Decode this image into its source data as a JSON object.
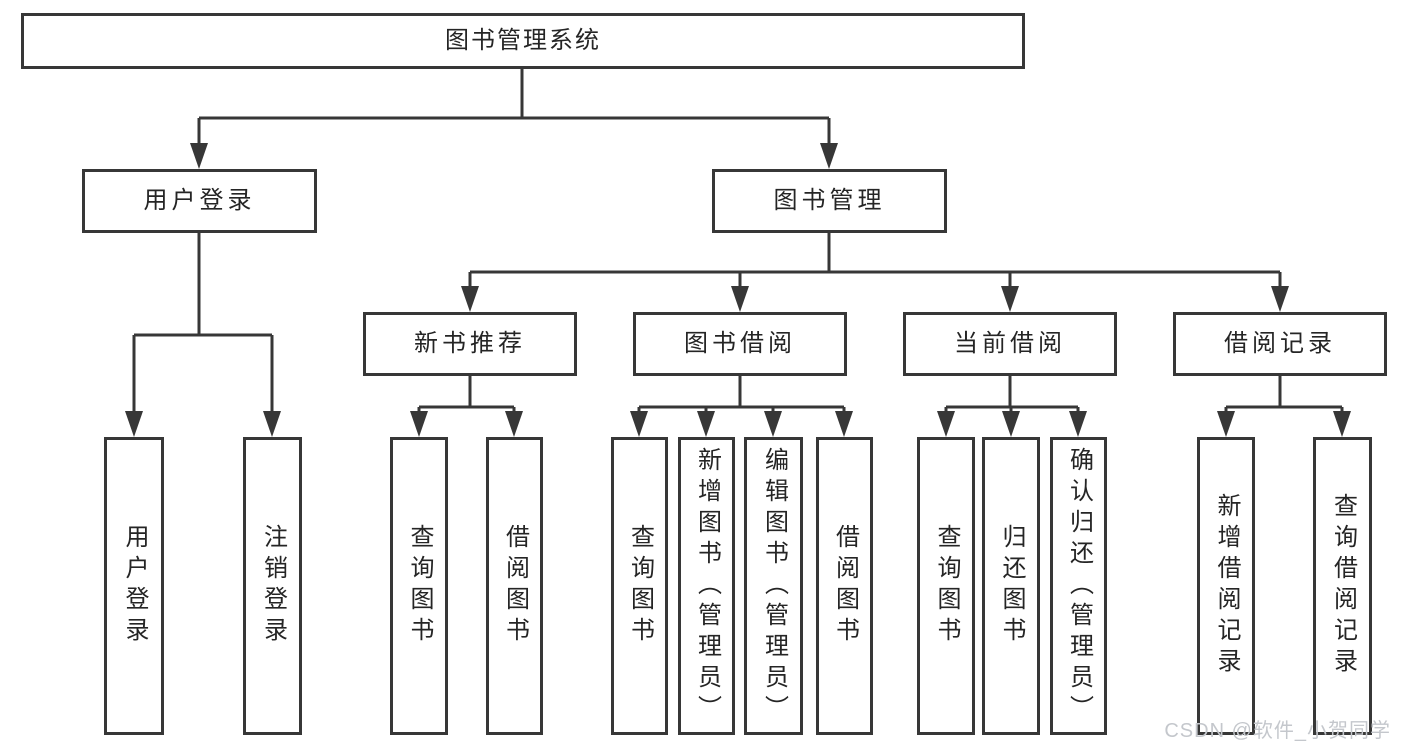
{
  "tree": {
    "label": "图书管理系统",
    "children": [
      {
        "label": "用户登录",
        "children": [
          {
            "label": "用户登录"
          },
          {
            "label": "注销登录"
          }
        ]
      },
      {
        "label": "图书管理",
        "children": [
          {
            "label": "新书推荐",
            "children": [
              {
                "label": "查询图书"
              },
              {
                "label": "借阅图书"
              }
            ]
          },
          {
            "label": "图书借阅",
            "children": [
              {
                "label": "查询图书"
              },
              {
                "label": "新增图书（管理员）"
              },
              {
                "label": "编辑图书（管理员）"
              },
              {
                "label": "借阅图书"
              }
            ]
          },
          {
            "label": "当前借阅",
            "children": [
              {
                "label": "查询图书"
              },
              {
                "label": "归还图书"
              },
              {
                "label": "确认归还（管理员）"
              }
            ]
          },
          {
            "label": "借阅记录",
            "children": [
              {
                "label": "新增借阅记录"
              },
              {
                "label": "查询借阅记录"
              }
            ]
          }
        ]
      }
    ]
  },
  "watermark": {
    "text": "CSDN @软件_小贺同学"
  },
  "colors": {
    "line": "#373737",
    "text": "#252525",
    "background": "#ffffff",
    "watermark": "#c4c7cc"
  }
}
